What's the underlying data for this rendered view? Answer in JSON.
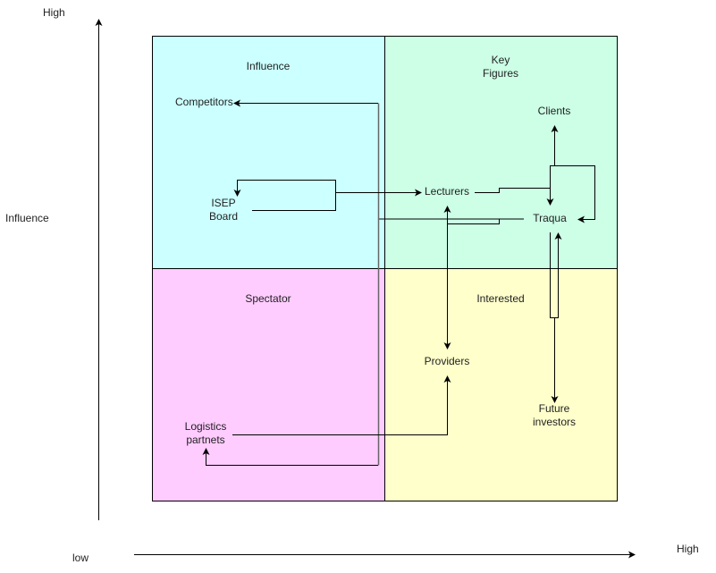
{
  "axes": {
    "y_high_label": "High",
    "y_axis_label": "Influence",
    "x_low_label": "low",
    "x_high_label": "High"
  },
  "quadrants": [
    {
      "id": "top-left",
      "title": "Influence",
      "color": "#ccffff"
    },
    {
      "id": "top-right",
      "title_line1": "Key",
      "title_line2": "Figures",
      "color": "#ccffe6"
    },
    {
      "id": "bottom-left",
      "title": "Spectator",
      "color": "#ffccff"
    },
    {
      "id": "bottom-right",
      "title": "Interested",
      "color": "#ffffcc"
    }
  ],
  "nodes": {
    "competitors": "Competitors",
    "isep_line1": "ISEP",
    "isep_line2": "Board",
    "lecturers": "Lecturers",
    "clients": "Clients",
    "traqua": "Traqua",
    "providers": "Providers",
    "future_line1": "Future",
    "future_line2": "investors",
    "logistics_line1": "Logistics",
    "logistics_line2": "partnets"
  },
  "colors": {
    "line": "#000000",
    "grey_line": "#666666",
    "border": "#000000"
  }
}
